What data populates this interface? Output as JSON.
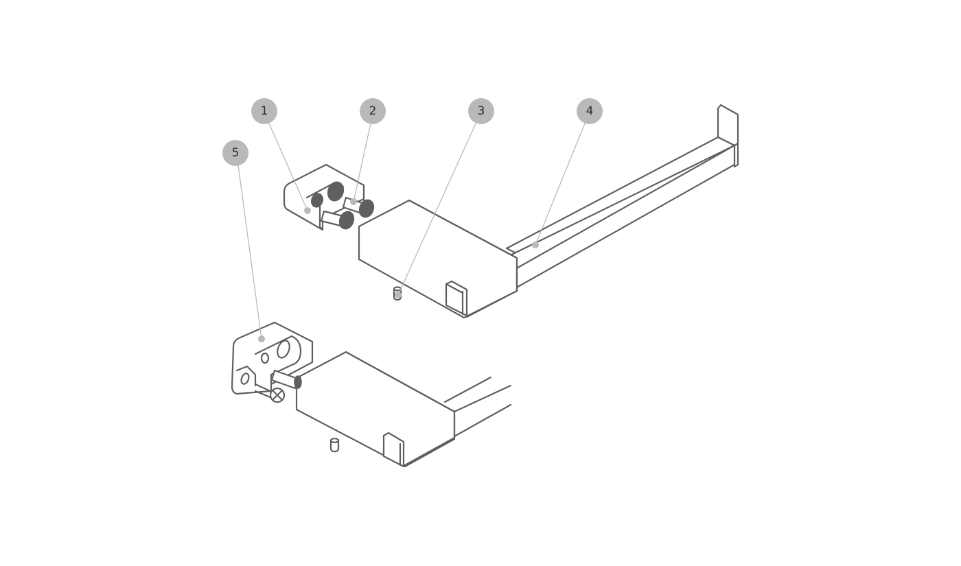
{
  "callouts": [
    {
      "label": "1"
    },
    {
      "label": "2"
    },
    {
      "label": "3"
    },
    {
      "label": "4"
    },
    {
      "label": "5"
    }
  ],
  "colors": {
    "stroke": "#5f5f5f",
    "callout_fill": "#b9b9b9",
    "leader": "#b9b9b9",
    "background": "#ffffff"
  }
}
